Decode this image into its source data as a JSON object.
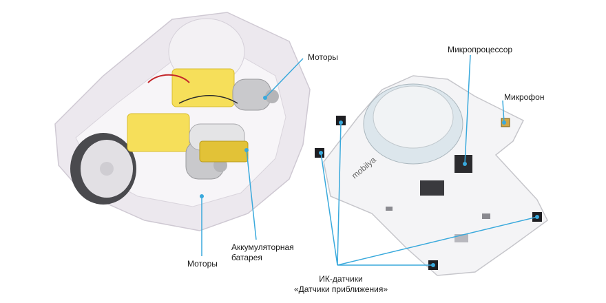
{
  "labels": {
    "motors_top": "Моторы",
    "motors_bottom": "Моторы",
    "battery_line1": "Аккумуляторная",
    "battery_line2": "батарея",
    "microprocessor": "Микропроцессор",
    "microphone": "Микрофон",
    "ir_line1": "ИК-датчики",
    "ir_line2": "«Датчики приближения»"
  },
  "board_silkscreen": "mobilya",
  "colors": {
    "leader": "#39a9dc",
    "dot": "#39a9dc",
    "chassis": "#ece8ee",
    "pcb": "#f4f4f6",
    "motor": "#f6df5a"
  }
}
